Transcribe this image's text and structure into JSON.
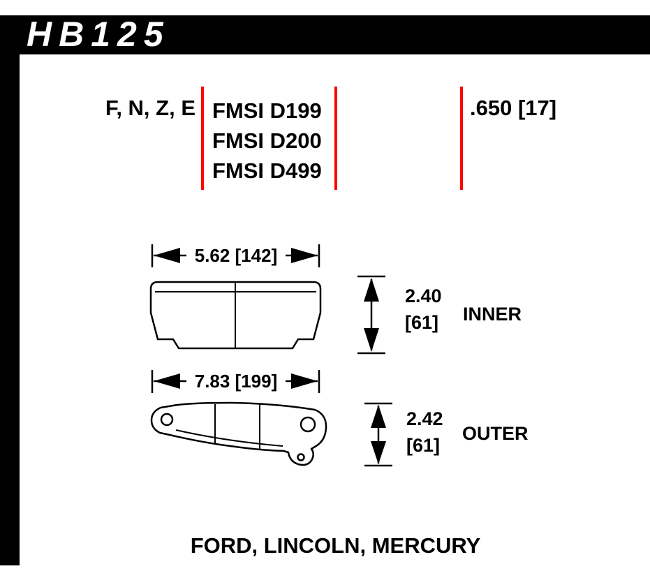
{
  "header": {
    "part_number": "HB125"
  },
  "specs": {
    "compounds": "F, N, Z, E",
    "fmsi": [
      "FMSI D199",
      "FMSI D200",
      "FMSI D499"
    ],
    "thickness": ".650 [17]"
  },
  "inner": {
    "width": "5.62 [142]",
    "height_in": "2.40",
    "height_mm": "[61]",
    "label": "INNER"
  },
  "outer": {
    "width": "7.83 [199]",
    "height_in": "2.42",
    "height_mm": "[61]",
    "label": "OUTER"
  },
  "footer": {
    "applications": "FORD, LINCOLN, MERCURY"
  },
  "colors": {
    "accent_red": "#ff0000",
    "ink": "#000000"
  }
}
